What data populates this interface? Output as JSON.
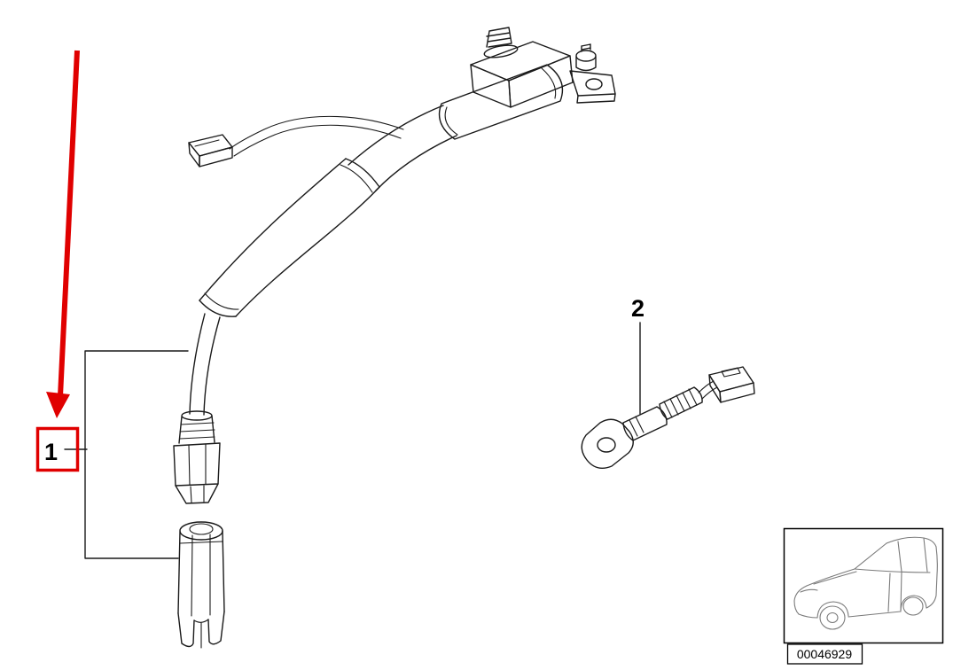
{
  "diagram": {
    "callouts": {
      "part1": "1",
      "part2": "2"
    },
    "part_number": "00046929",
    "colors": {
      "accent_red": "#e00000",
      "line_black": "#1a1a1a",
      "car_gray": "#7a7a7a",
      "background": "#ffffff"
    }
  }
}
